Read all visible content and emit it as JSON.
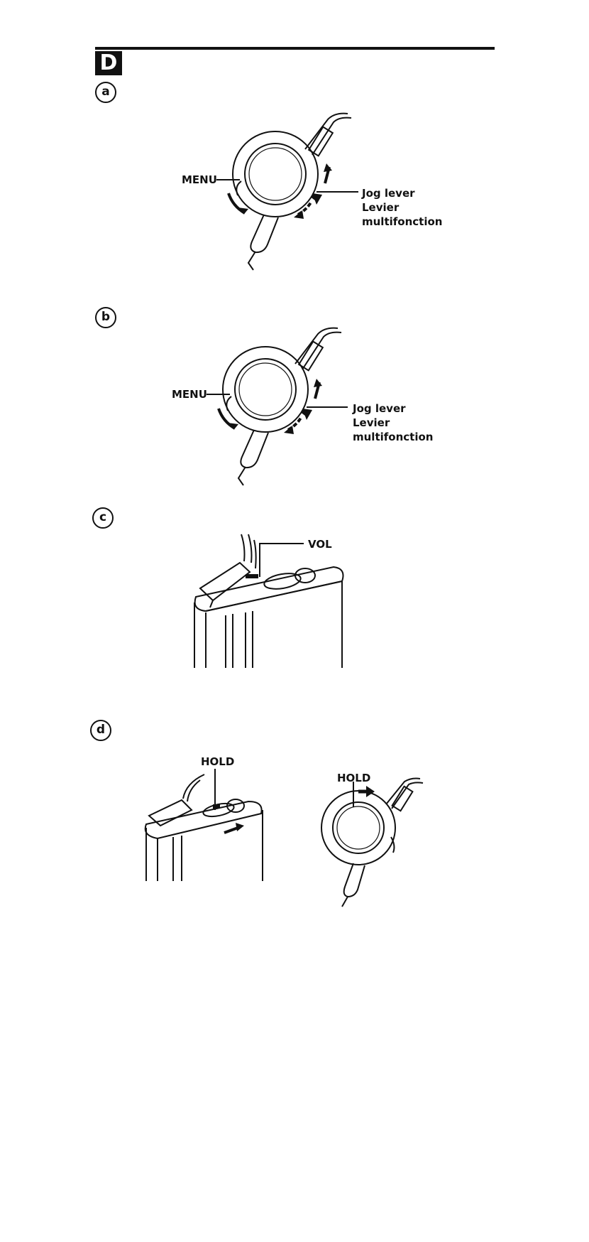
{
  "section": {
    "letter": "D"
  },
  "panels": [
    {
      "step": "a",
      "labels": {
        "menu": "MENU",
        "jog_lines": [
          "Jog lever",
          "Levier",
          "multifonction"
        ]
      }
    },
    {
      "step": "b",
      "labels": {
        "menu": "MENU",
        "jog_lines": [
          "Jog lever",
          "Levier",
          "multifonction"
        ]
      }
    },
    {
      "step": "c",
      "labels": {
        "vol": "VOL"
      }
    },
    {
      "step": "d",
      "labels": {
        "hold_left": "HOLD",
        "hold_right": "HOLD"
      }
    }
  ]
}
